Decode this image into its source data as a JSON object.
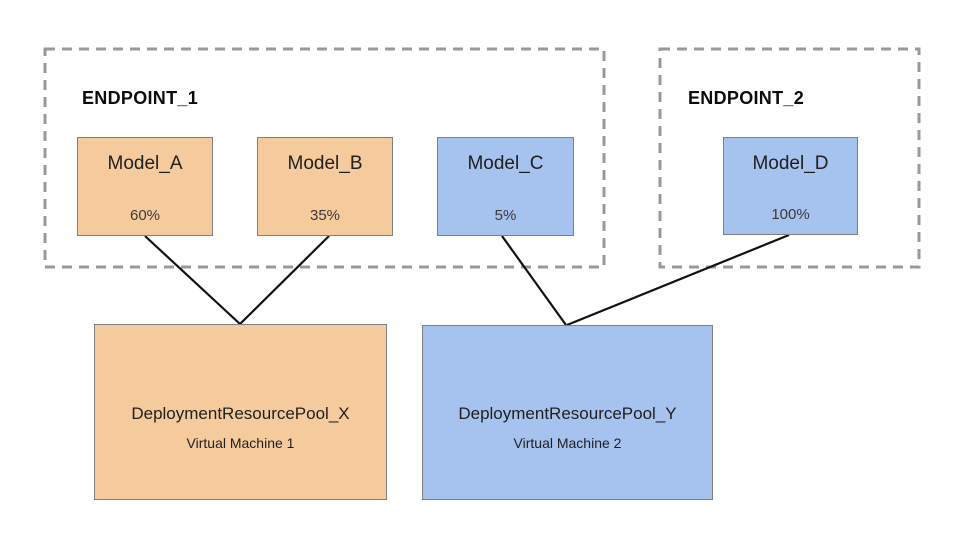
{
  "diagram": {
    "endpoints": [
      {
        "label": "ENDPOINT_1",
        "models": [
          {
            "name": "Model_A",
            "traffic_split": "60%",
            "color": "orange"
          },
          {
            "name": "Model_B",
            "traffic_split": "35%",
            "color": "orange"
          },
          {
            "name": "Model_C",
            "traffic_split": "5%",
            "color": "blue"
          }
        ]
      },
      {
        "label": "ENDPOINT_2",
        "models": [
          {
            "name": "Model_D",
            "traffic_split": "100%",
            "color": "blue"
          }
        ]
      }
    ],
    "pools": [
      {
        "name": "DeploymentResourcePool_X",
        "machine": "Virtual Machine 1",
        "color": "orange"
      },
      {
        "name": "DeploymentResourcePool_Y",
        "machine": "Virtual Machine 2",
        "color": "blue"
      }
    ],
    "connections": [
      {
        "from": "Model_A",
        "to": "DeploymentResourcePool_X"
      },
      {
        "from": "Model_B",
        "to": "DeploymentResourcePool_X"
      },
      {
        "from": "Model_C",
        "to": "DeploymentResourcePool_Y"
      },
      {
        "from": "Model_D",
        "to": "DeploymentResourcePool_Y"
      }
    ],
    "colors": {
      "model_orange_fill": "#f5ca9d",
      "model_blue_fill": "#a6c2ee",
      "box_border": "#808080",
      "endpoint_dash": "#999999",
      "connector": "#111111"
    }
  }
}
